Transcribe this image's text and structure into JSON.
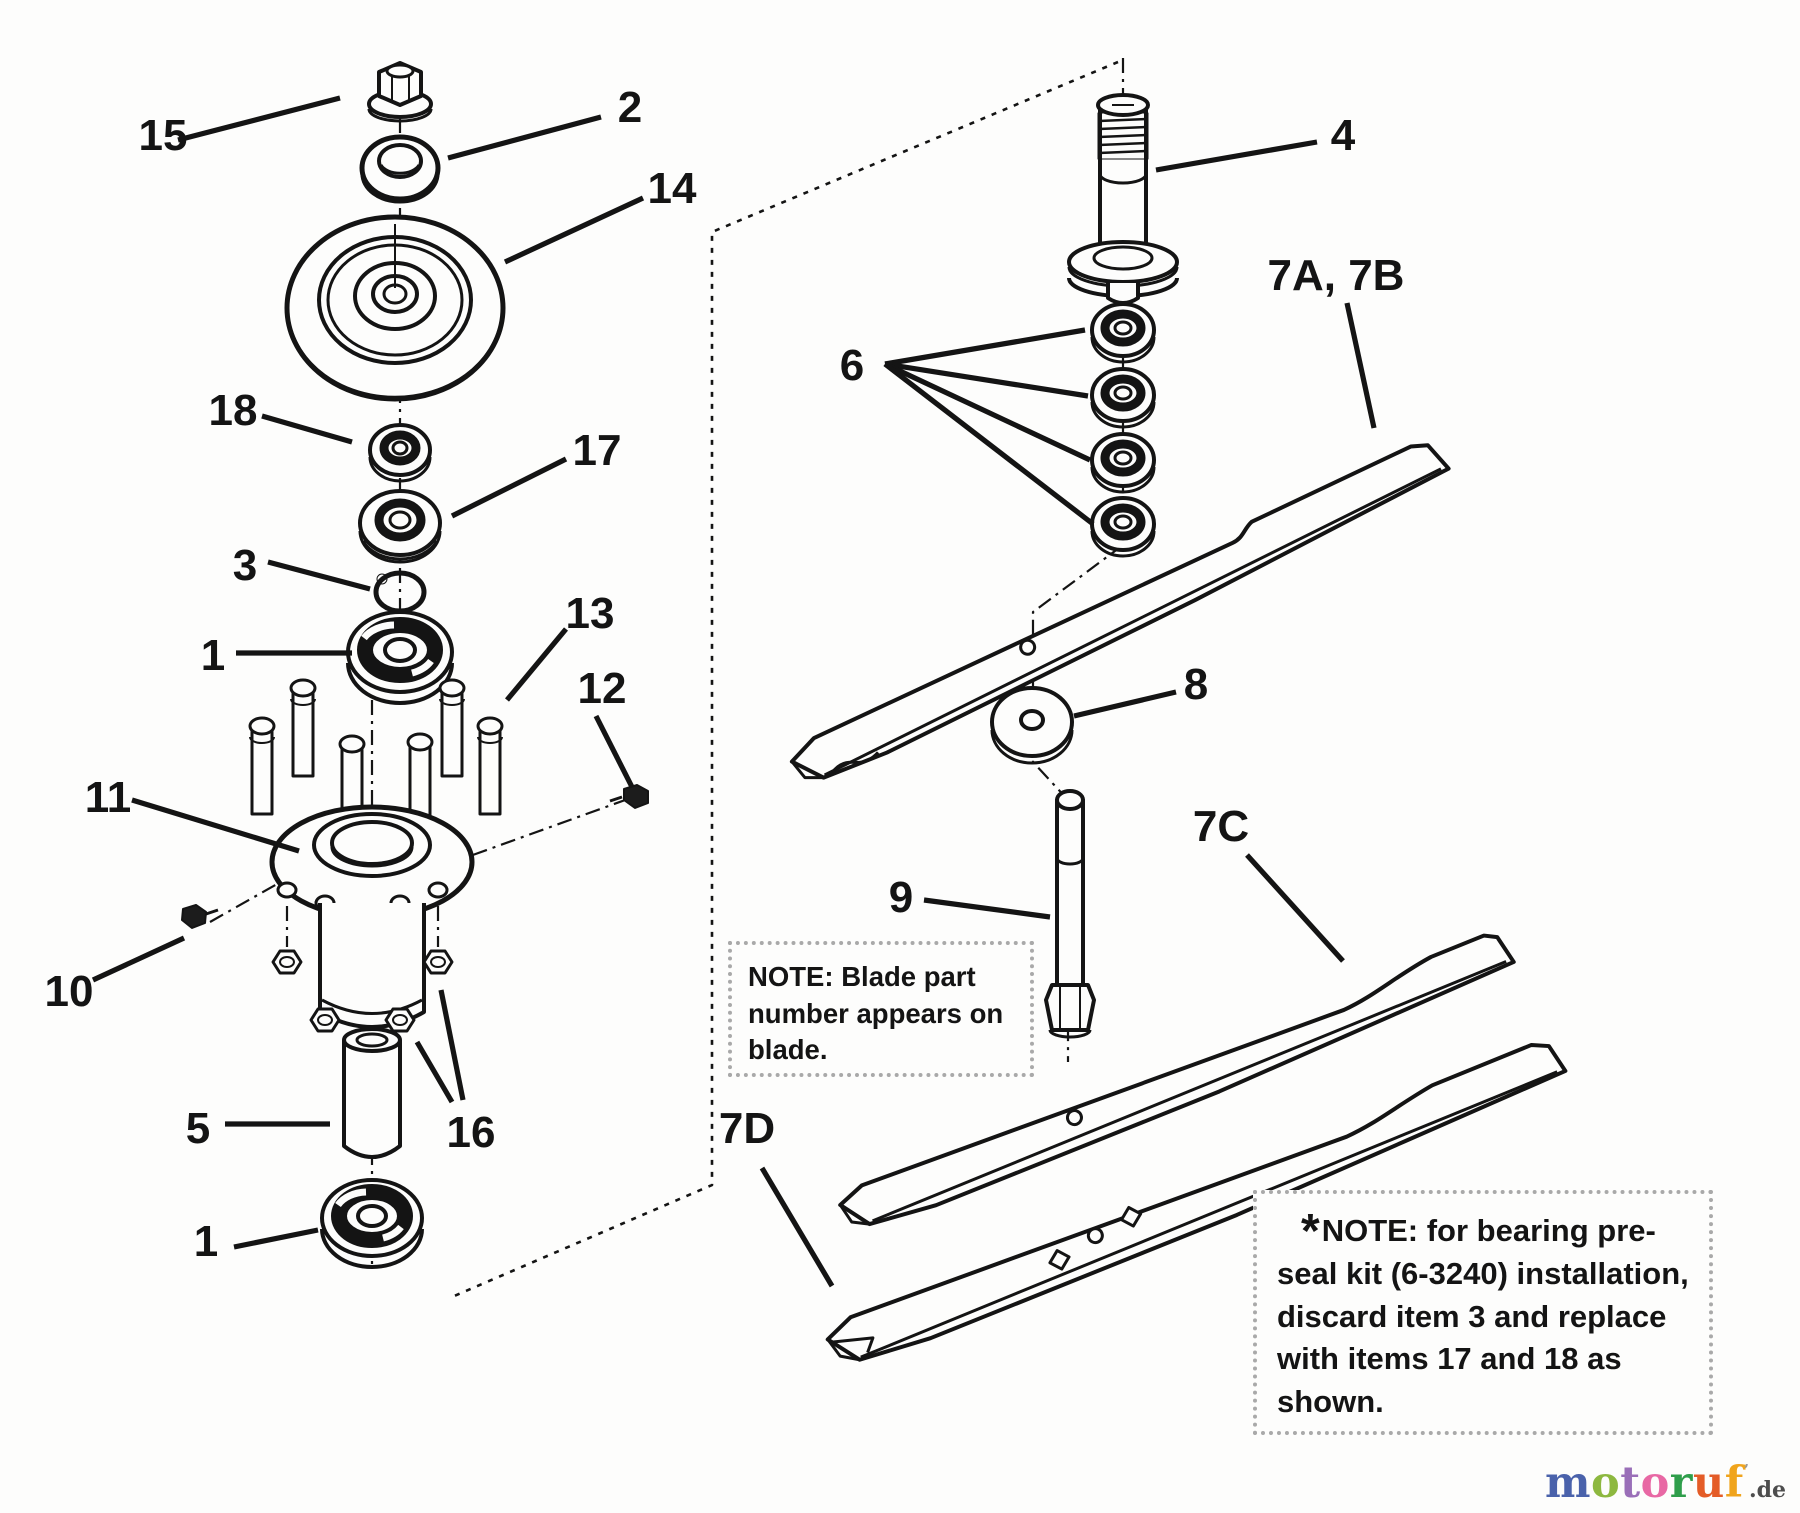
{
  "page": {
    "background": "#fdfdfc",
    "ink": "#141414",
    "note_border": "#a9a9a9"
  },
  "part_labels": [
    {
      "id": "15",
      "text": "15"
    },
    {
      "id": "2",
      "text": "2"
    },
    {
      "id": "14",
      "text": "14"
    },
    {
      "id": "18",
      "text": "18"
    },
    {
      "id": "17",
      "text": "17"
    },
    {
      "id": "3",
      "text": "3"
    },
    {
      "id": "1-upper",
      "text": "1"
    },
    {
      "id": "13",
      "text": "13"
    },
    {
      "id": "12",
      "text": "12"
    },
    {
      "id": "11",
      "text": "11"
    },
    {
      "id": "10",
      "text": "10"
    },
    {
      "id": "5",
      "text": "5"
    },
    {
      "id": "16",
      "text": "16"
    },
    {
      "id": "1-lower",
      "text": "1"
    },
    {
      "id": "4",
      "text": "4"
    },
    {
      "id": "6",
      "text": "6"
    },
    {
      "id": "7a-7b",
      "text": "7A, 7B"
    },
    {
      "id": "8",
      "text": "8"
    },
    {
      "id": "9",
      "text": "9"
    },
    {
      "id": "7c",
      "text": "7C"
    },
    {
      "id": "7d",
      "text": "7D"
    }
  ],
  "notes": {
    "blade_note": {
      "lines": [
        "NOTE: Blade part",
        "number appears on",
        "blade."
      ]
    },
    "bearing_note": {
      "asterisk": "*",
      "lines": [
        "NOTE: for bearing pre-",
        "seal kit (6-3240) installation,",
        "discard item 3 and replace",
        "with items 17 and 18 as",
        "shown."
      ]
    }
  },
  "branding": {
    "letters": [
      {
        "ch": "m",
        "color": "#4a62ab"
      },
      {
        "ch": "o",
        "color": "#8db83f"
      },
      {
        "ch": "t",
        "color": "#9a6fb8"
      },
      {
        "ch": "o",
        "color": "#e868a4"
      },
      {
        "ch": "r",
        "color": "#2f9e4b"
      },
      {
        "ch": "u",
        "color": "#e45c27"
      },
      {
        "ch": "f",
        "color": "#f0a41c"
      }
    ],
    "mark": "’",
    "tld": ".de",
    "tld_color": "#4d4d4d"
  }
}
